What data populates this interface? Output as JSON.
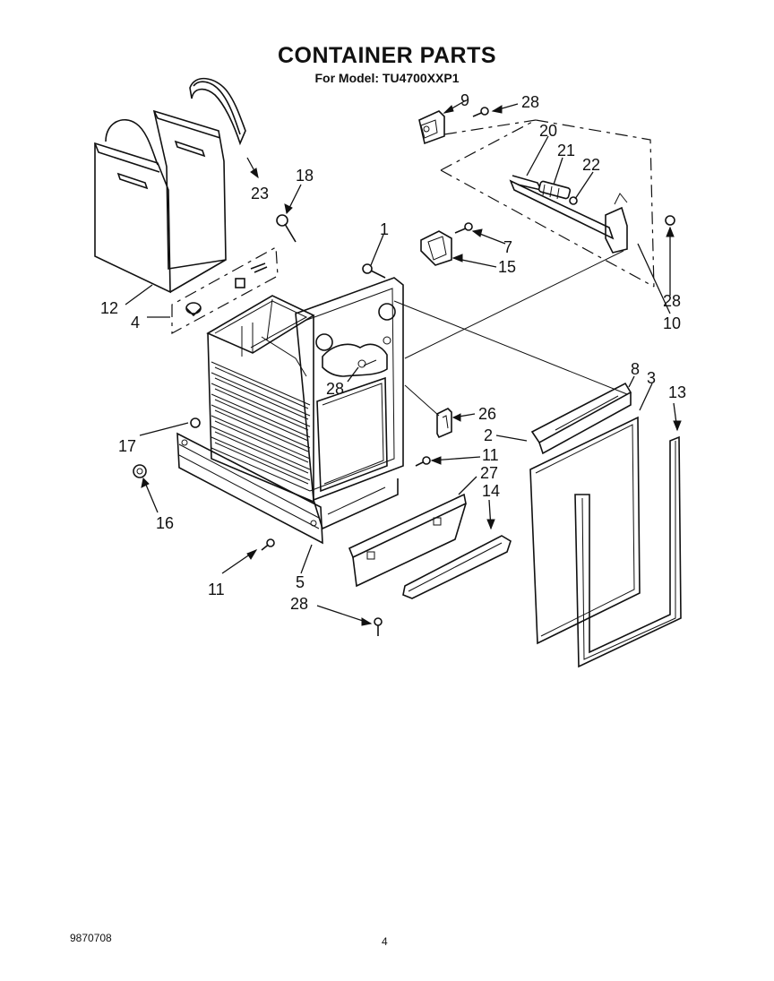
{
  "title": "CONTAINER PARTS",
  "subtitle": "For Model: TU4700XXP1",
  "footer": {
    "code": "9870708",
    "page": "4"
  },
  "callouts": {
    "c1": "1",
    "c2": "2",
    "c3": "3",
    "c4": "4",
    "c5": "5",
    "c7": "7",
    "c8": "8",
    "c9": "9",
    "c10": "10",
    "c11a": "11",
    "c11b": "11",
    "c12": "12",
    "c13": "13",
    "c14": "14",
    "c15": "15",
    "c16": "16",
    "c17": "17",
    "c18": "18",
    "c20": "20",
    "c21": "21",
    "c22": "22",
    "c23": "23",
    "c26": "26",
    "c27": "27",
    "c28a": "28",
    "c28b": "28",
    "c28c": "28",
    "c28d": "28"
  }
}
